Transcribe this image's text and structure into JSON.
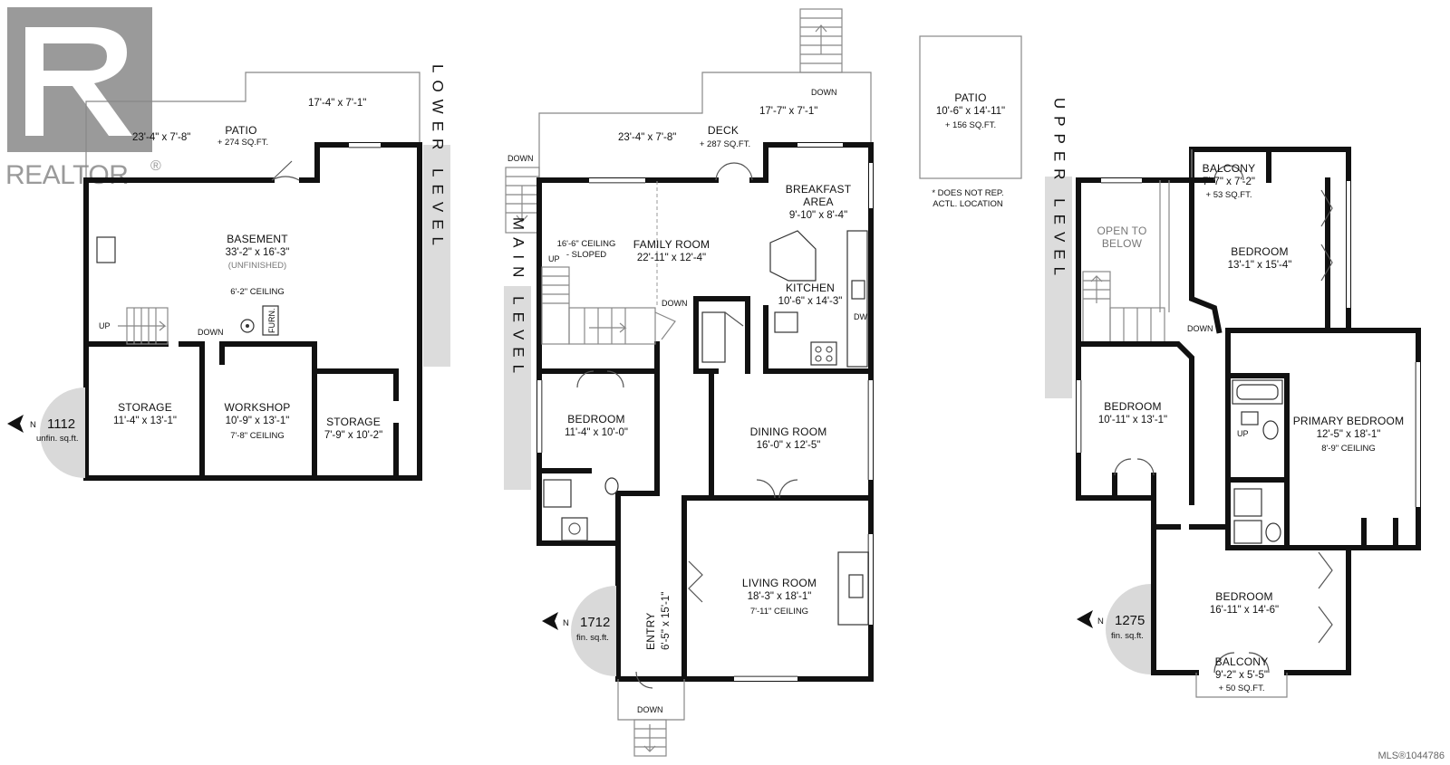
{
  "logo": {
    "name": "REALTOR",
    "mark": "®"
  },
  "mls": "MLS®1044786",
  "levels": {
    "lower": {
      "label": "LOWER LEVEL",
      "area": "1112",
      "area_unit": "unfin. sq.ft.",
      "north": "N",
      "rooms": {
        "patio": {
          "name": "PATIO",
          "dim_left": "23'-4\" x 7'-8\"",
          "dim_right": "17'-4\" x 7'-1\"",
          "sqft": "+ 274 SQ.FT."
        },
        "basement": {
          "name": "BASEMENT",
          "dim": "33'-2\" x 16'-3\"",
          "note": "(UNFINISHED)",
          "ceiling": "6'-2\" CEILING"
        },
        "storage1": {
          "name": "STORAGE",
          "dim": "11'-4\" x 13'-1\""
        },
        "workshop": {
          "name": "WORKSHOP",
          "dim": "10'-9\" x 13'-1\"",
          "ceiling": "7'-8\" CEILING"
        },
        "storage2": {
          "name": "STORAGE",
          "dim": "7'-9\" x 10'-2\""
        }
      },
      "labels": {
        "up": "UP",
        "down": "DOWN",
        "furn": "FURN."
      }
    },
    "main": {
      "label": "MAIN LEVEL",
      "area": "1712",
      "area_unit": "fin. sq.ft.",
      "north": "N",
      "rooms": {
        "deck": {
          "name": "DECK",
          "dim_left": "23'-4\" x 7'-8\"",
          "dim_right": "17'-7\" x 7'-1\"",
          "sqft": "+ 287 SQ.FT."
        },
        "breakfast": {
          "name1": "BREAKFAST",
          "name2": "AREA",
          "dim": "9'-10\" x 8'-4\""
        },
        "family": {
          "name": "FAMILY ROOM",
          "dim": "22'-11\" x 12'-4\"",
          "ceiling1": "16'-6\" CEILING",
          "ceiling2": "- SLOPED"
        },
        "kitchen": {
          "name": "KITCHEN",
          "dim": "10'-6\" x 14'-3\"",
          "dw": "DW"
        },
        "bedroom": {
          "name": "BEDROOM",
          "dim": "11'-4\" x 10'-0\""
        },
        "dining": {
          "name": "DINING ROOM",
          "dim": "16'-0\" x 12'-5\""
        },
        "living": {
          "name": "LIVING ROOM",
          "dim": "18'-3\" x 18'-1\"",
          "ceiling": "7'-11\" CEILING"
        },
        "entry": {
          "name": "ENTRY",
          "dim": "6'-5\" x 15'-1\""
        }
      },
      "labels": {
        "down_top": "DOWN",
        "down_left": "DOWN",
        "up": "UP",
        "down_stair": "DOWN",
        "down_bottom": "DOWN"
      }
    },
    "patio_sep": {
      "name": "PATIO",
      "dim": "10'-6\" x 14'-11\"",
      "sqft": "+ 156 SQ.FT.",
      "note1": "* DOES NOT REP.",
      "note2": "ACTL. LOCATION"
    },
    "upper": {
      "label": "UPPER LEVEL",
      "area": "1275",
      "area_unit": "fin. sq.ft.",
      "north": "N",
      "rooms": {
        "balcony_top": {
          "name": "BALCONY",
          "dim": "7'-7\" x 7'-2\"",
          "sqft": "+ 53 SQ.FT."
        },
        "open": {
          "name1": "OPEN TO",
          "name2": "BELOW"
        },
        "bedroom_ne": {
          "name": "BEDROOM",
          "dim": "13'-1\" x 15'-4\""
        },
        "bedroom_w": {
          "name": "BEDROOM",
          "dim": "10'-11\" x 13'-1\""
        },
        "primary": {
          "name": "PRIMARY BEDROOM",
          "dim": "12'-5\" x 18'-1\"",
          "ceiling": "8'-9\" CEILING"
        },
        "bedroom_s": {
          "name": "BEDROOM",
          "dim": "16'-11\" x 14'-6\""
        },
        "balcony_bot": {
          "name": "BALCONY",
          "dim": "9'-2\" x 5'-5\"",
          "sqft": "+ 50 SQ.FT."
        }
      },
      "labels": {
        "down": "DOWN",
        "up": "UP"
      }
    }
  }
}
